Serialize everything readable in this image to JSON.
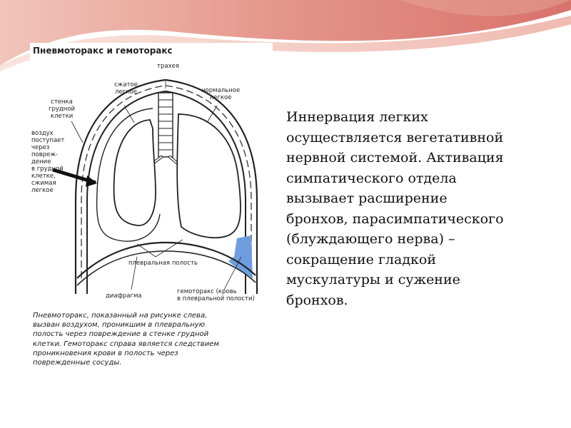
{
  "colors": {
    "band_top": "#e8a59a",
    "band_mid": "#d97b72",
    "band_light": "#f3d1c8",
    "blood": "#6f9ee0"
  },
  "figure": {
    "title": "Пневмоторакс и гемоторакс",
    "labels": {
      "trachea": "трахея",
      "compressed_lung": "сжатое\nлегкое",
      "normal_lung": "нормальное\nлегкое",
      "chest_wall": "стенка\nгрудной\nклетки",
      "air_enters": "воздух\nпоступает\nчерез\nповреж-\nдение\nв грудной\nклетке,\nсжимая\nлегкое",
      "pleural_cavity": "плевральная полость",
      "diaphragm": "диафрагма",
      "hemothorax": "гемоторакс (кровь\nв плевральной полости)"
    },
    "caption": "Пневмоторакс, показанный на рисунке слева,\nвызван воздухом, проникшим в плевральную\nполость через повреждение в стенке грудной\nклетки. Гемоторакс справа является следствием\nпроникновения крови в полость через\nповрежденные сосуды."
  },
  "main_text": "Иннервация легких\nосуществляется вегетативной\nнервной системой. Активация\nсимпатического отдела\nвызывает расширение\nбронхов, парасимпатического\n(блуждающего нерва) –\nсокращение гладкой\nмускулатуры и сужение\nбронхов."
}
